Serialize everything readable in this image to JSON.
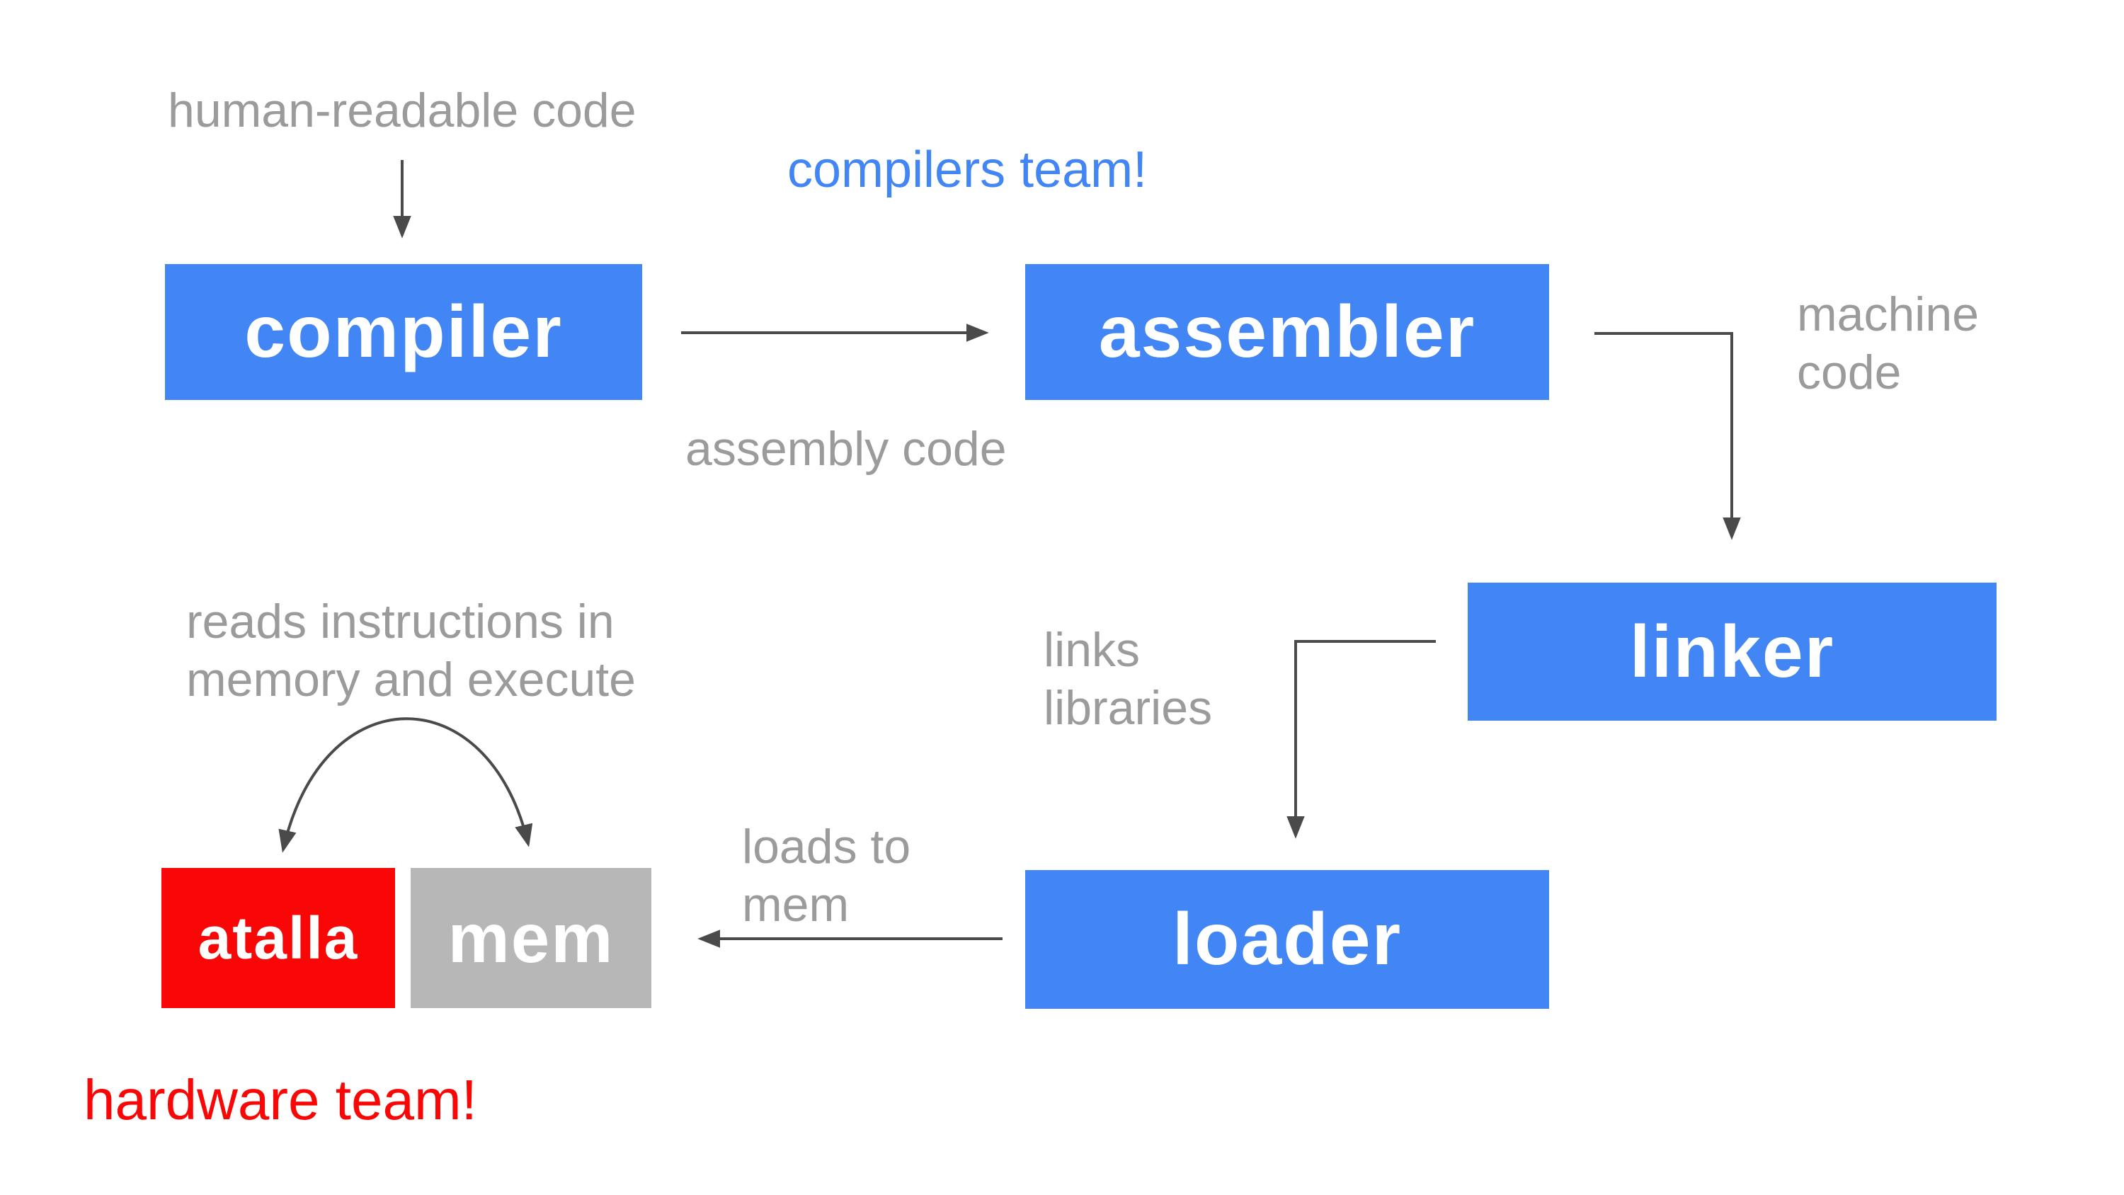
{
  "colors": {
    "node_blue": "#4285f4",
    "node_red": "#f90606",
    "node_gray": "#b7b7b7",
    "label_gray": "#9b9b9b",
    "accent_blue_text": "#4285f4",
    "accent_red_text": "#f90606",
    "arrow": "#4a4a4a",
    "node_text": "#ffffff",
    "background": "#ffffff"
  },
  "nodes": {
    "compiler": {
      "label": "compiler"
    },
    "assembler": {
      "label": "assembler"
    },
    "linker": {
      "label": "linker"
    },
    "loader": {
      "label": "loader"
    },
    "atalla": {
      "label": "atalla"
    },
    "mem": {
      "label": "mem"
    }
  },
  "annotations": {
    "human_readable": {
      "text": "human-readable code"
    },
    "compilers_team": {
      "text": "compilers team!"
    },
    "assembly_code": {
      "text": "assembly code"
    },
    "machine_code": {
      "lines": [
        "machine",
        "code"
      ]
    },
    "links_libraries": {
      "lines": [
        "links",
        "libraries"
      ]
    },
    "reads_instructions": {
      "lines": [
        "reads instructions in",
        "memory and execute"
      ]
    },
    "loads_to_mem": {
      "lines": [
        "loads to",
        "mem"
      ]
    },
    "hardware_team": {
      "text": "hardware team!"
    }
  },
  "edges": [
    {
      "from": "human-readable code",
      "to": "compiler",
      "label": ""
    },
    {
      "from": "compiler",
      "to": "assembler",
      "label": "assembly code"
    },
    {
      "from": "assembler",
      "to": "linker",
      "label": "machine code"
    },
    {
      "from": "linker",
      "to": "loader",
      "label": "links libraries"
    },
    {
      "from": "loader",
      "to": "mem",
      "label": "loads to mem"
    },
    {
      "from": "reads instructions in memory and execute",
      "to": "atalla",
      "label": ""
    },
    {
      "from": "reads instructions in memory and execute",
      "to": "mem",
      "label": ""
    }
  ]
}
